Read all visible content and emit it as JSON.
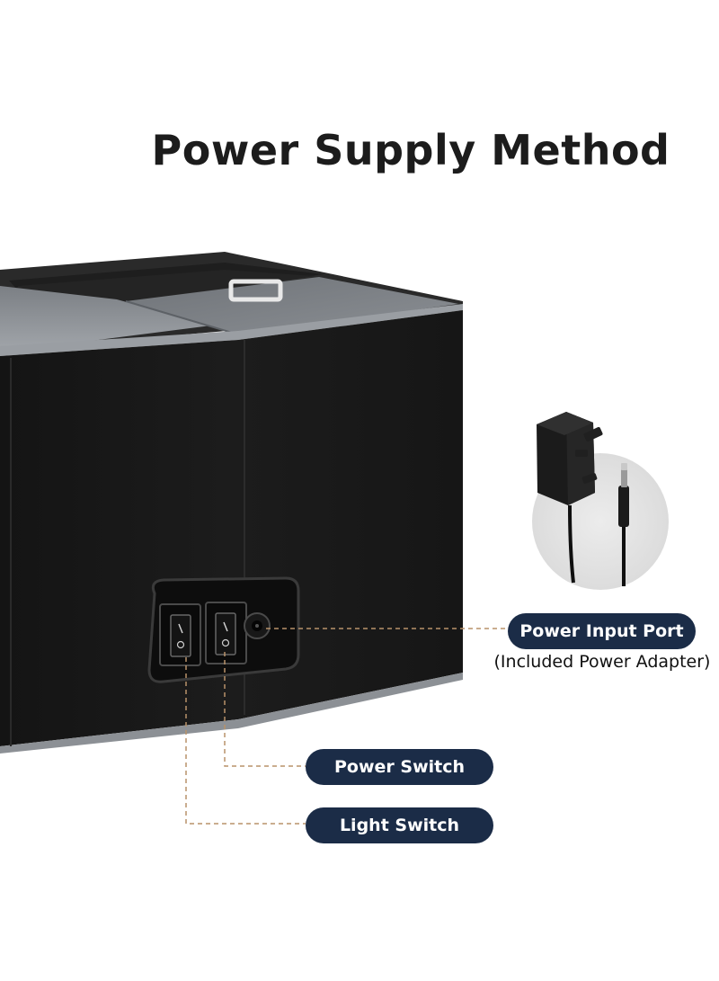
{
  "title": "Power Supply Method",
  "labels": {
    "power_input_port": "Power Input Port",
    "adapter_note": "(Included Power Adapter)",
    "power_switch": "Power Switch",
    "light_switch": "Light Switch"
  },
  "colors": {
    "pill_background": "#1b2c47",
    "pill_text": "#ffffff",
    "leader_line": "#b8926a",
    "box_body": "#1a1a1a",
    "box_interior": "#8d9196"
  },
  "icons": [
    "jewelry-box-image",
    "power-adapter-icon",
    "power-socket-icon",
    "rocker-switch-icon"
  ]
}
